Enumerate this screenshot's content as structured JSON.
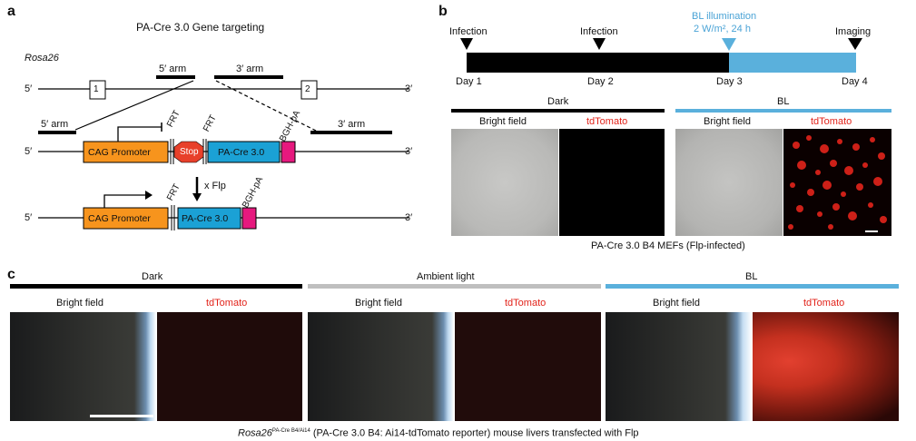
{
  "panel_a": {
    "letter": "a",
    "title": "PA-Cre 3.0 Gene targeting",
    "locus": "Rosa26",
    "five_arm": "5′ arm",
    "three_arm": "3′ arm",
    "five_prime": "5′",
    "three_prime": "3′",
    "exon1": "1",
    "exon2": "2",
    "cag_promoter": "CAG Promoter",
    "frt": "FRT",
    "stop": "Stop",
    "pa_cre": "PA-Cre 3.0",
    "bgh_pa": "BGH-pA",
    "flp": "x Flp"
  },
  "panel_b": {
    "letter": "b",
    "timeline": {
      "infection1": "Infection",
      "infection2": "Infection",
      "bl_illumination": "BL illumination",
      "bl_dose": "2 W/m², 24 h",
      "imaging": "Imaging",
      "day1": "Day 1",
      "day2": "Day 2",
      "day3": "Day 3",
      "day4": "Day 4"
    },
    "dark": "Dark",
    "bl": "BL",
    "bright_field_1": "Bright field",
    "tdtomato_1": "tdTomato",
    "bright_field_2": "Bright field",
    "tdtomato_2": "tdTomato",
    "caption": "PA-Cre 3.0 B4 MEFs (Flp-infected)"
  },
  "panel_c": {
    "letter": "c",
    "dark": "Dark",
    "ambient": "Ambient light",
    "bl": "BL",
    "bf1": "Bright field",
    "td1": "tdTomato",
    "bf2": "Bright field",
    "td2": "tdTomato",
    "bf3": "Bright field",
    "td3": "tdTomato",
    "caption_italic": "Rosa26",
    "caption_sup": "PA-Cre B4/Ai14",
    "caption_rest": " (PA-Cre 3.0 B4: Ai14-tdTomato reporter) mouse livers transfected with Flp"
  },
  "colors": {
    "orange": "#f7941d",
    "blue": "#1ba1d5",
    "magenta": "#e6197e",
    "stop_red": "#e8402a",
    "bl_blue": "#5ab0dc",
    "ambient_gray": "#bfbfbf"
  }
}
